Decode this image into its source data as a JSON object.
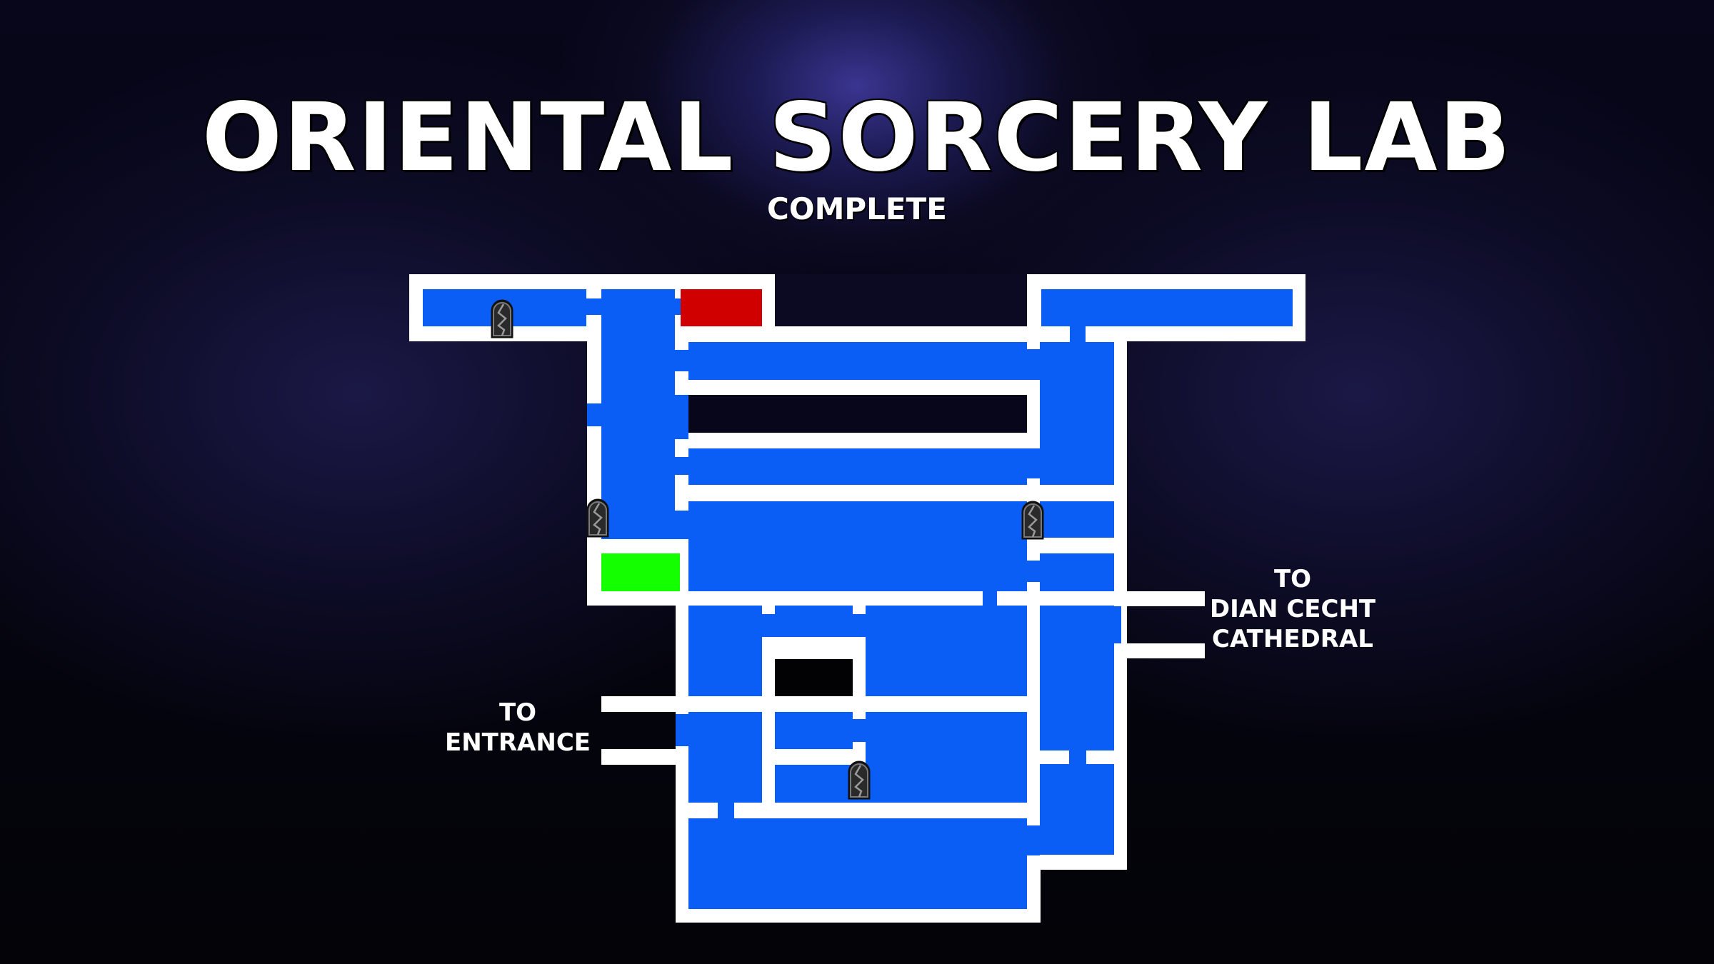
{
  "header": {
    "title": "ORIENTAL SORCERY LAB",
    "subtitle": "COMPLETE"
  },
  "map": {
    "colors": {
      "room": "#0a5ef5",
      "wall": "#ffffff",
      "boss_room": "#d10000",
      "warp_room": "#14ff00",
      "background": "#050510"
    },
    "exits": [
      {
        "lines": [
          "TO",
          "ENTRANCE"
        ],
        "side": "west"
      },
      {
        "lines": [
          "TO",
          "DIAN CECHT",
          "CATHEDRAL"
        ],
        "side": "east"
      }
    ],
    "markers": [
      {
        "type": "save-point-icon",
        "count": 4
      }
    ],
    "special_rooms": [
      {
        "type": "boss-room",
        "color": "red"
      },
      {
        "type": "warp-room",
        "color": "green"
      }
    ]
  }
}
